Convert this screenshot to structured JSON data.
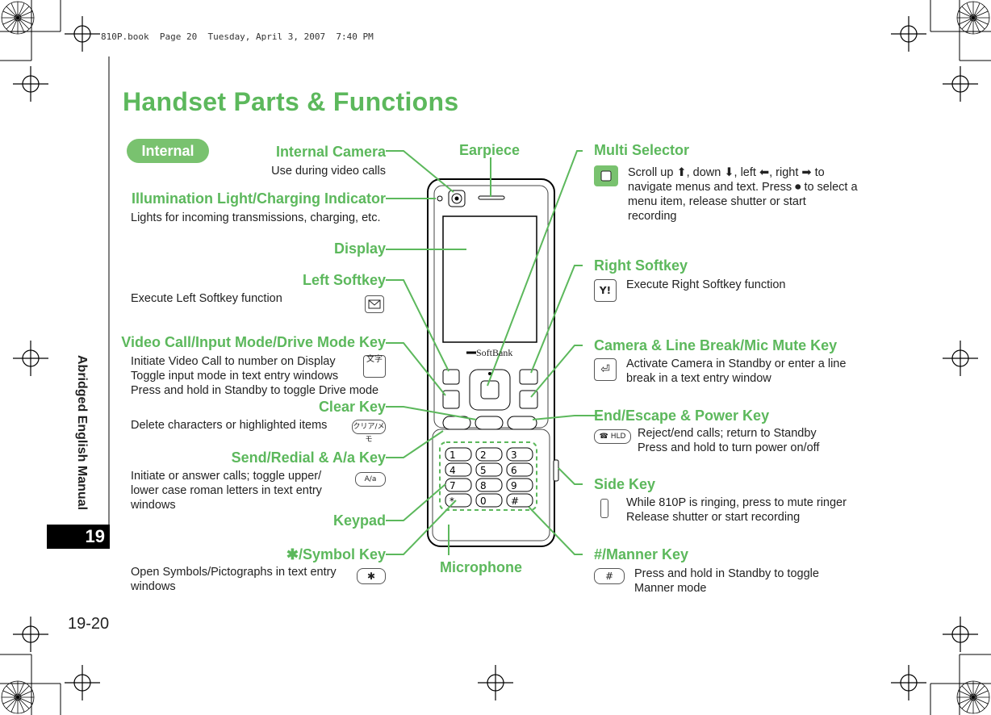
{
  "header_line": "810P.book  Page 20  Tuesday, April 3, 2007  7:40 PM",
  "page_title": "Handset Parts & Functions",
  "section_tab": "Internal",
  "side_tab_text": "Abridged English Manual",
  "chapter_number": "19",
  "page_number": "19-20",
  "brand_on_phone": "SoftBank",
  "colors": {
    "accent": "#5cb85c",
    "pill": "#79c26f",
    "chapter_bg": "#000000"
  },
  "left": {
    "internal_camera": {
      "label": "Internal Camera",
      "desc": "Use during video calls"
    },
    "illumination": {
      "label": "Illumination Light/Charging Indicator",
      "desc": "Lights for incoming transmissions, charging, etc."
    },
    "display": {
      "label": "Display"
    },
    "left_softkey": {
      "label": "Left Softkey",
      "desc": "Execute Left Softkey function"
    },
    "video_call": {
      "label": "Video Call/Input Mode/Drive Mode Key",
      "desc1": "Initiate Video Call to number on Display",
      "desc2": "Toggle input mode in text entry windows",
      "desc3": "Press and hold in Standby to toggle Drive mode"
    },
    "clear_key": {
      "label": "Clear Key",
      "desc": "Delete characters or highlighted items"
    },
    "send_key": {
      "label": "Send/Redial & A/a Key",
      "desc": "Initiate or answer calls; toggle upper/ lower case roman letters in text entry windows"
    },
    "keypad": {
      "label": "Keypad"
    },
    "symbol_key": {
      "label": "/Symbol Key",
      "desc": "Open Symbols/Pictographs in text entry windows"
    }
  },
  "center": {
    "earpiece": {
      "label": "Earpiece"
    },
    "microphone": {
      "label": "Microphone"
    }
  },
  "right": {
    "multi_selector": {
      "label": "Multi Selector",
      "desc_a": "Scroll up",
      "desc_b": ", down",
      "desc_c": ", left",
      "desc_d": ", right",
      "desc_e": "to navigate menus and text. Press",
      "desc_f": "to select a menu item, release shutter or start recording"
    },
    "right_softkey": {
      "label": "Right Softkey",
      "desc": "Execute Right Softkey function"
    },
    "camera_key": {
      "label": "Camera & Line Break/Mic Mute Key",
      "desc": "Activate Camera in Standby or enter a line break in a text entry window"
    },
    "end_key": {
      "label": "End/Escape & Power Key",
      "desc1": "Reject/end calls; return to Standby",
      "desc2": "Press and hold to turn power on/off"
    },
    "side_key": {
      "label": "Side Key",
      "desc1": "While 810P is ringing, press to mute ringer",
      "desc2": "Release shutter or start recording"
    },
    "manner_key": {
      "label": "/Manner Key",
      "desc": "Press and hold in Standby to toggle Manner mode"
    }
  },
  "key_icons": {
    "clear": "クリア/メモ",
    "send": "A/a",
    "hld": "HLD",
    "text_mode": "文字"
  }
}
